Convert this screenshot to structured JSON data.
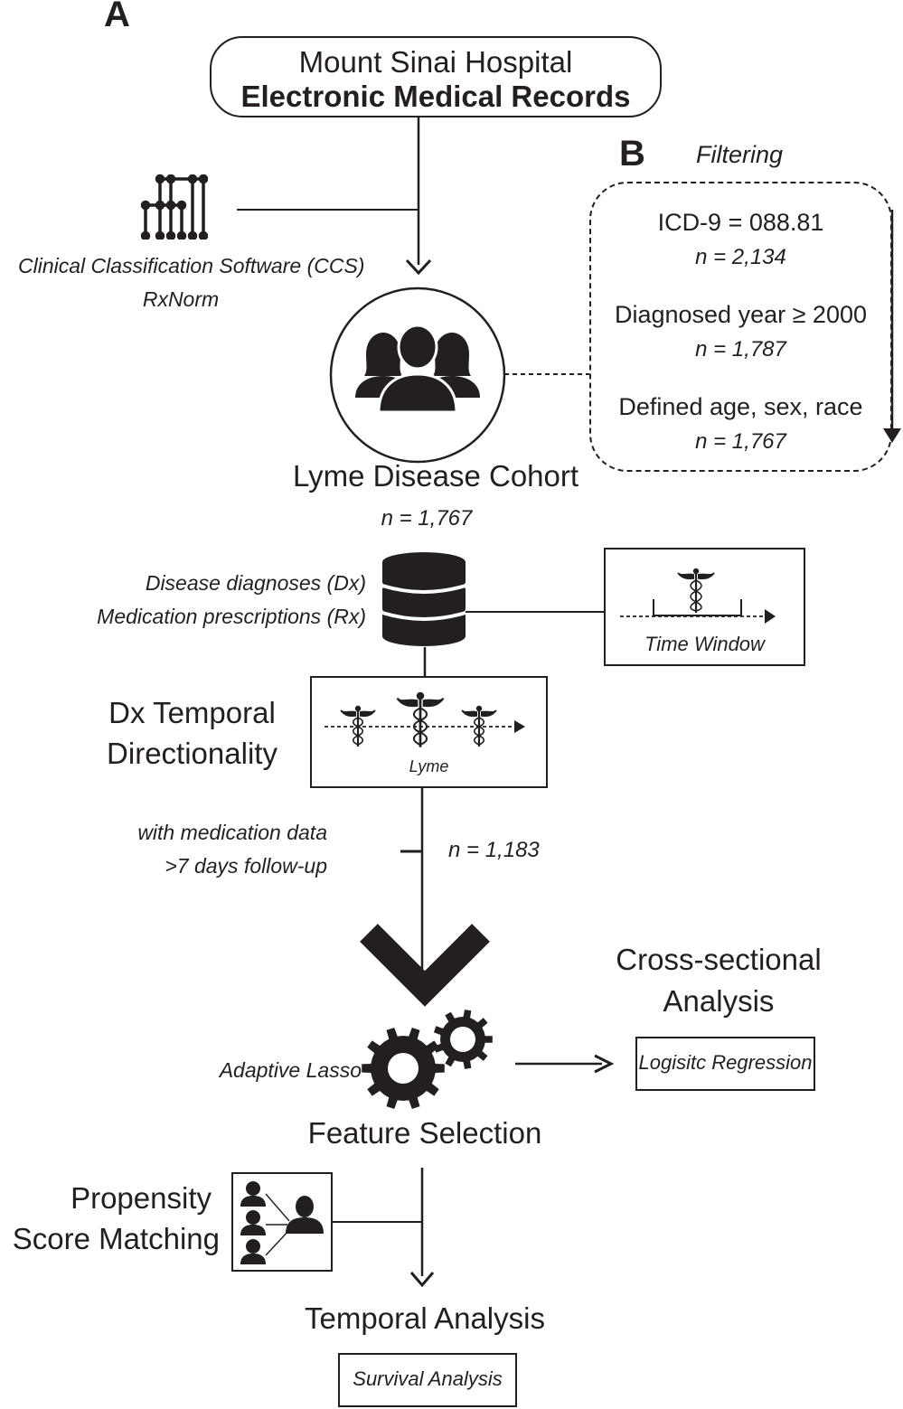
{
  "panel_labels": {
    "a": "A",
    "b": "B"
  },
  "source": {
    "line1": "Mount Sinai Hospital",
    "line2": "Electronic Medical Records"
  },
  "mapping": {
    "line1": "Clinical Classification Software (CCS)",
    "line2": "RxNorm"
  },
  "filtering": {
    "title": "Filtering",
    "steps": [
      {
        "label": "ICD-9 = 088.81",
        "n": "n = 2,134"
      },
      {
        "label": "Diagnosed year ≥ 2000",
        "n": "n = 1,787"
      },
      {
        "label": "Defined age, sex, race",
        "n": "n = 1,767"
      }
    ]
  },
  "cohort": {
    "label": "Lyme Disease Cohort",
    "n": "n = 1,767"
  },
  "database": {
    "line1": "Disease diagnoses (Dx)",
    "line2": "Medication prescriptions (Rx)"
  },
  "time_window": {
    "label": "Time Window"
  },
  "temporal_dir": {
    "line1": "Dx Temporal",
    "line2": "Directionality",
    "inner_label": "Lyme"
  },
  "followup": {
    "line1": "with medication data",
    "line2": ">7 days follow-up",
    "n": "n = 1,183"
  },
  "feature_selection": {
    "method": "Adaptive Lasso",
    "label": "Feature Selection"
  },
  "cross_sectional": {
    "line1": "Cross-sectional",
    "line2": "Analysis",
    "box": "Logisitc Regression"
  },
  "psm": {
    "line1": "Propensity",
    "line2": "Score Matching"
  },
  "temporal": {
    "label": "Temporal Analysis",
    "box": "Survival Analysis"
  },
  "colors": {
    "ink": "#231f20",
    "background": "#ffffff"
  }
}
